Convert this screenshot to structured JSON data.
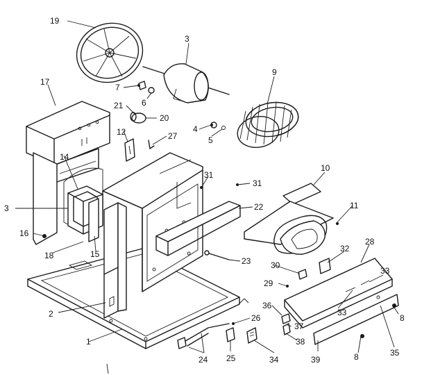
{
  "callouts": {
    "c1": "1",
    "c2": "2",
    "c3a": "3",
    "c3b": "3",
    "c4": "4",
    "c5": "5",
    "c6": "6",
    "c7": "7",
    "c8a": "8",
    "c8b": "8",
    "c9": "9",
    "c10": "10",
    "c11": "11",
    "c12": "12",
    "c14": "14",
    "c15": "15",
    "c16": "16",
    "c17": "17",
    "c18": "18",
    "c19": "19",
    "c20": "20",
    "c21": "21",
    "c22": "22",
    "c23": "23",
    "c24": "24",
    "c25": "25",
    "c26": "26",
    "c27": "27",
    "c28": "28",
    "c29": "29",
    "c30": "30",
    "c31a": "31",
    "c31b": "31",
    "c32": "32",
    "c33a": "33",
    "c33b": "33",
    "c34": "34",
    "c35": "35",
    "c36": "36",
    "c37": "37",
    "c38": "38",
    "c39": "39"
  }
}
